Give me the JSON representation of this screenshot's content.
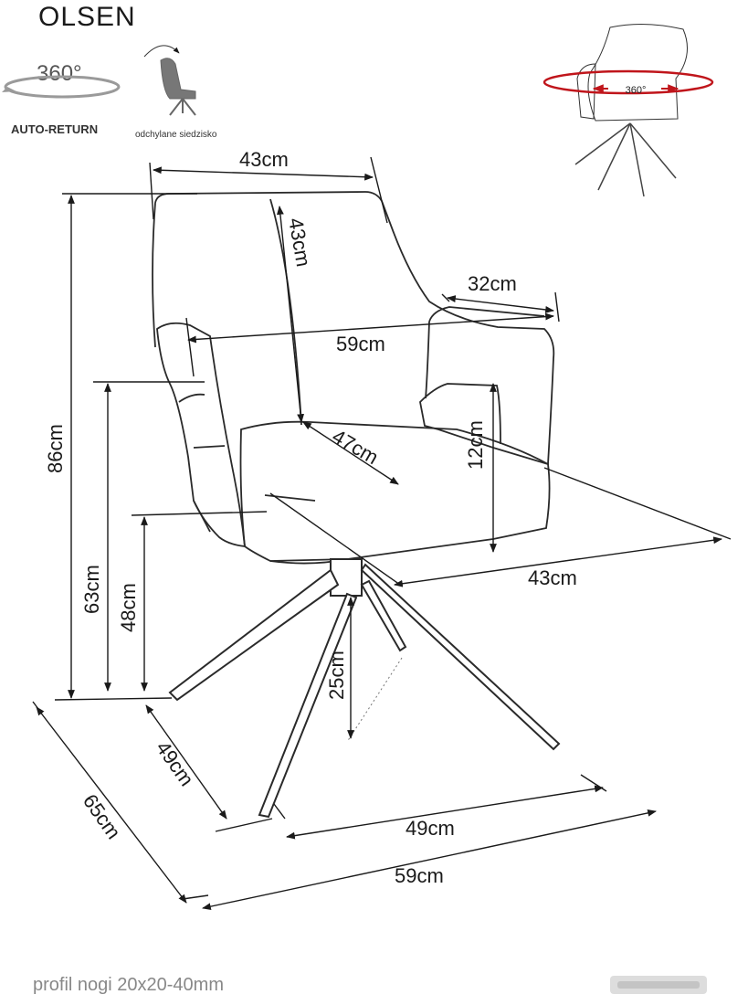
{
  "title": "OLSEN",
  "badges": {
    "rotation_degrees": "360°",
    "auto_return": "AUTO-RETURN",
    "tilted_seat": "odchylane siedzisko",
    "thumb_rotation": "360°"
  },
  "dimensions": {
    "backrest_width": "43cm",
    "backrest_height": "43cm",
    "armrest_length": "32cm",
    "overall_width_top": "59cm",
    "seat_depth": "47cm",
    "armrest_height": "12cm",
    "total_height": "86cm",
    "armrest_floor_height": "63cm",
    "seat_height": "48cm",
    "seat_width_right": "43cm",
    "leg_height": "25cm",
    "base_depth": "49cm",
    "overall_depth": "65cm",
    "base_width": "49cm",
    "overall_width_bottom": "59cm"
  },
  "footer": {
    "leg_profile": "profil nogi 20x20-40mm"
  }
}
